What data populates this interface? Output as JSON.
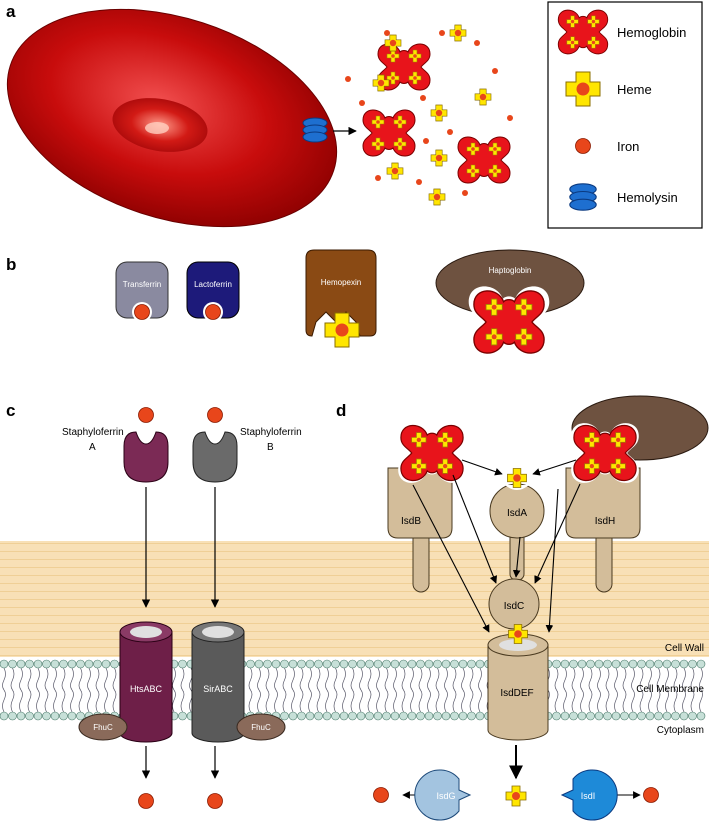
{
  "panels": {
    "a": "a",
    "b": "b",
    "c": "c",
    "d": "d"
  },
  "legend": {
    "hemoglobin": "Hemoglobin",
    "heme": "Heme",
    "iron": "Iron",
    "hemolysin": "Hemolysin"
  },
  "panel_b": {
    "transferrin": "Transferrin",
    "lactoferrin": "Lactoferrin",
    "hemopexin": "Hemopexin",
    "haptoglobin": "Haptoglobin"
  },
  "panel_c": {
    "staph_a_line1": "Staphyloferrin",
    "staph_a_line2": "A",
    "staph_b_line1": "Staphyloferrin",
    "staph_b_line2": "B",
    "htsabc": "HtsABC",
    "sirabc": "SirABC",
    "fhuc_left": "FhuC",
    "fhuc_right": "FhuC"
  },
  "panel_d": {
    "isdb": "IsdB",
    "isda": "IsdA",
    "isdh": "IsdH",
    "isdc": "IsdC",
    "isddef": "IsdDEF",
    "isdg": "IsdG",
    "isdi": "IsdI"
  },
  "layers": {
    "cell_wall": "Cell Wall",
    "cell_membrane": "Cell Membrane",
    "cytoplasm": "Cytoplasm"
  },
  "colors": {
    "hemoglobin": "#e8141b",
    "heme": "#ffe600",
    "iron": "#e8461b",
    "hemolysin": "#1e6fd0",
    "cell_wall": "#f5deb3",
    "membrane": "#c7e0d8",
    "htsabc": "#7b2a55",
    "sirabc": "#666666",
    "isd": "#d3bd9a"
  }
}
